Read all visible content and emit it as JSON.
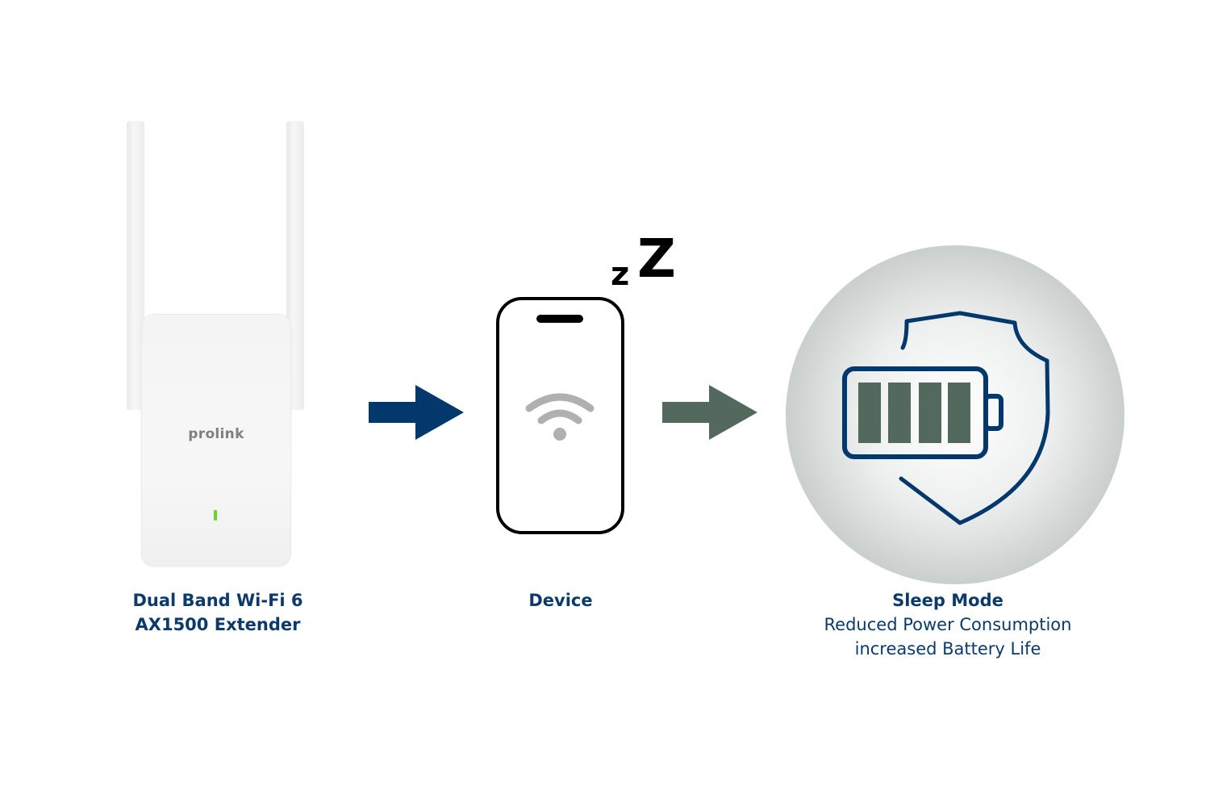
{
  "extender": {
    "brand": "prolink",
    "label_line1": "Dual Band Wi-Fi 6",
    "label_line2": "AX1500 Extender"
  },
  "device": {
    "label": "Device",
    "sleep_small": "z",
    "sleep_big": "Z"
  },
  "sleep_mode": {
    "title": "Sleep Mode",
    "line1": "Reduced Power Consumption",
    "line2": "increased Battery Life",
    "battery_bars": 4
  },
  "colors": {
    "navy": "#02386b",
    "slate_green": "#53695e",
    "wifi_gray": "#b0b0b0",
    "led_green": "#6bd32a"
  }
}
